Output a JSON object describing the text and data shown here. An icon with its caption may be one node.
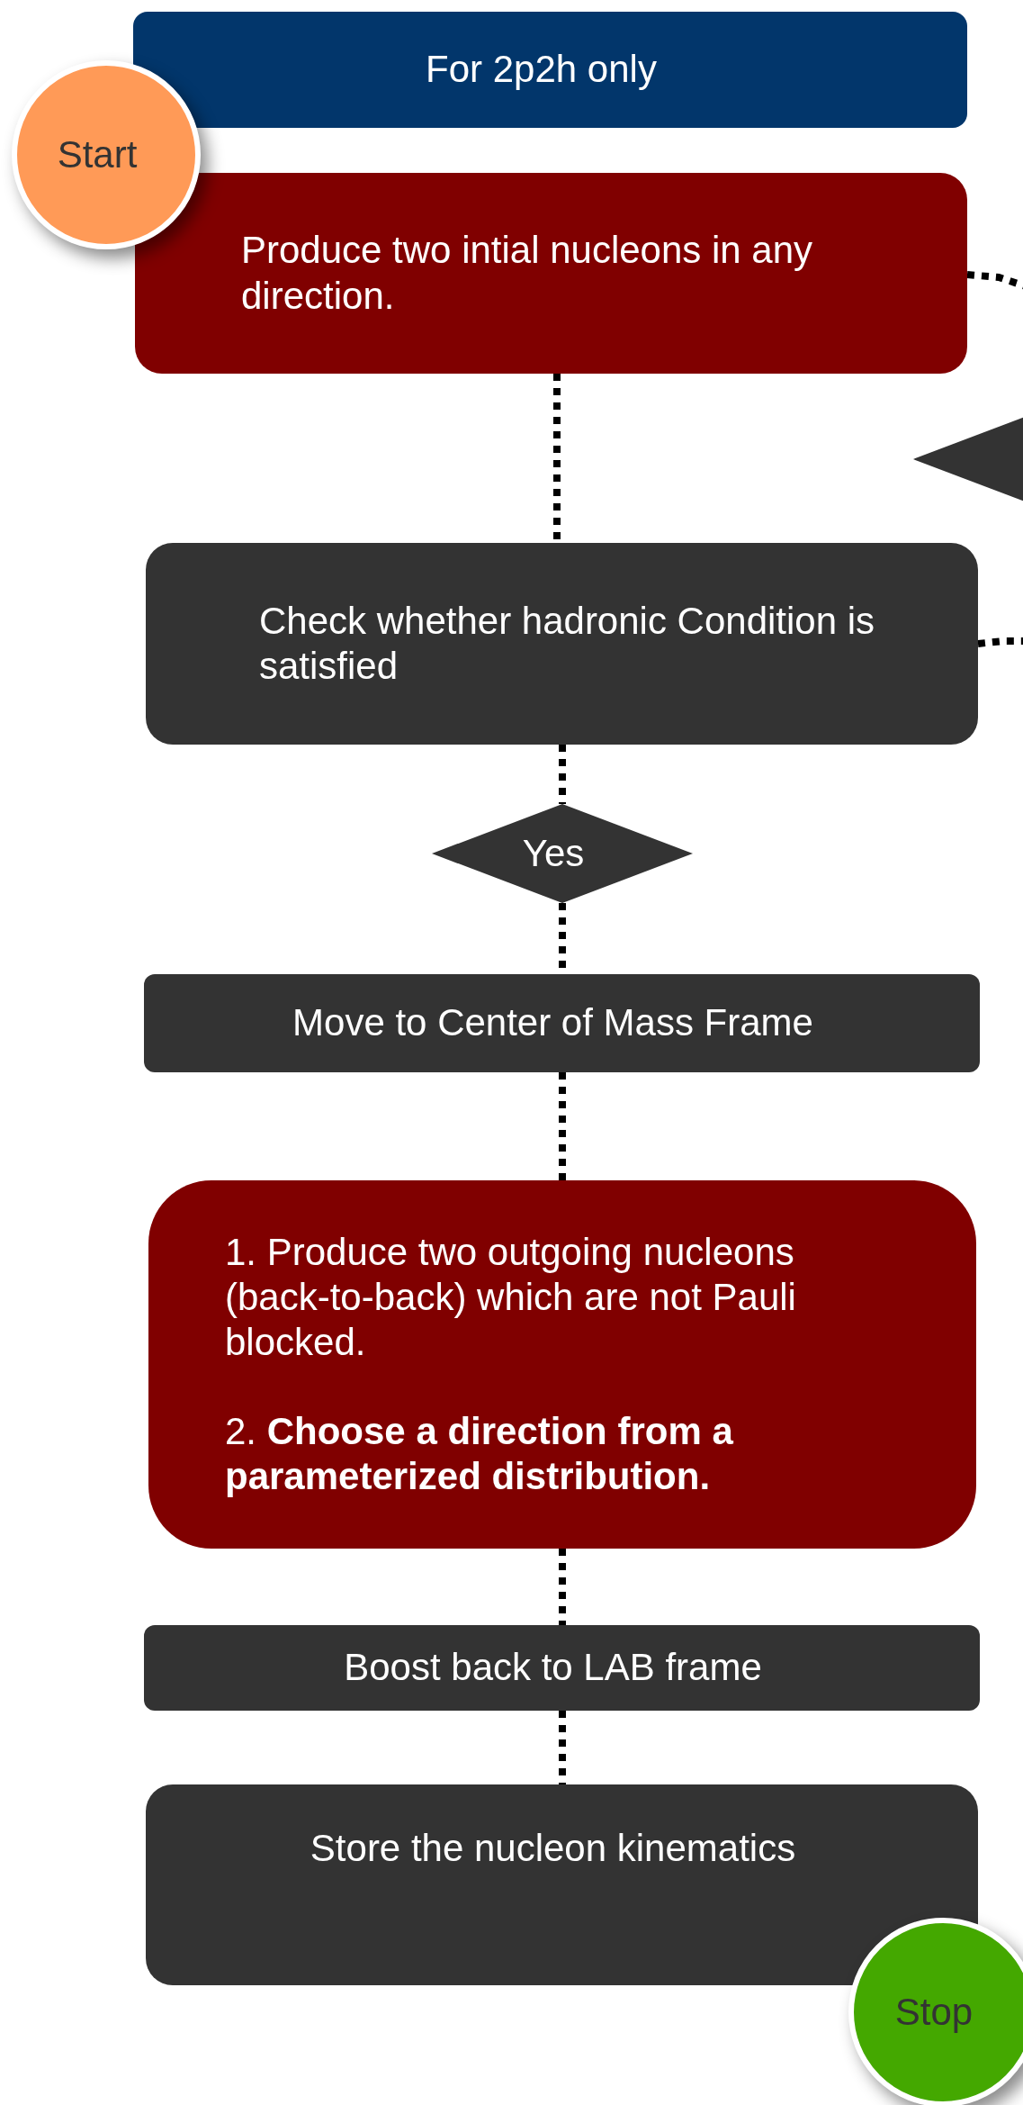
{
  "diagram": {
    "nodes": [
      {
        "text": [
          "For 2p2h only"
        ]
      },
      {
        "text": [
          "Start"
        ]
      },
      {
        "text": [
          "Produce two intial nucleons in any direction."
        ]
      },
      {
        "text": [],
        "shape": "diamond"
      },
      {
        "text": [
          "Check whether hadronic Condition is satisfied"
        ]
      },
      {
        "text": [
          "Yes"
        ]
      },
      {
        "text": [
          "Move to Center of Mass Frame"
        ]
      },
      {
        "text": [
          "1. Produce two outgoing nucleons (back-to-back) which are not Pauli blocked.",
          "2. **Choose a direction from a parameterized distribution.**"
        ]
      },
      {
        "text": [
          "Boost back to LAB frame"
        ]
      },
      {
        "text": [
          "Store the nucleon kinematics"
        ]
      },
      {
        "text": [
          "Stop"
        ]
      }
    ],
    "edges": [
      {
        "from": 2,
        "to": null,
        "arrow": "none"
      },
      {
        "from": 2,
        "to": 4,
        "arrow": "none"
      },
      {
        "from": 4,
        "to": null,
        "arrow": "none"
      },
      {
        "from": 4,
        "to": 5,
        "arrow": "none"
      },
      {
        "from": 5,
        "to": 6,
        "arrow": "none"
      },
      {
        "from": 6,
        "to": 7,
        "arrow": "none"
      },
      {
        "from": 7,
        "to": 8,
        "arrow": "none"
      },
      {
        "from": 8,
        "to": 9,
        "arrow": "none"
      }
    ]
  }
}
